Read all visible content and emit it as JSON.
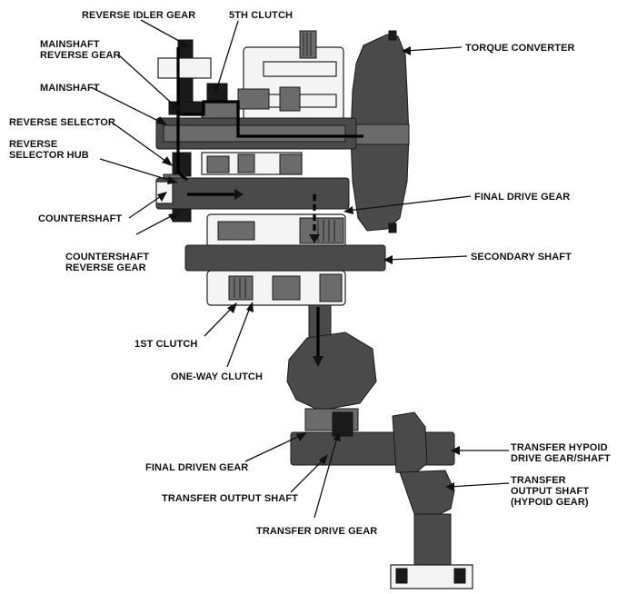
{
  "labels": {
    "reverse_idler_gear": "REVERSE IDLER GEAR",
    "fifth_clutch": "5TH CLUTCH",
    "mainshaft_reverse_gear_1": "MAINSHAFT",
    "mainshaft_reverse_gear_2": "REVERSE GEAR",
    "mainshaft": "MAINSHAFT",
    "reverse_selector": "REVERSE SELECTOR",
    "reverse_selector_hub_1": "REVERSE",
    "reverse_selector_hub_2": "SELECTOR HUB",
    "countershaft": "COUNTERSHAFT",
    "countershaft_reverse_gear_1": "COUNTERSHAFT",
    "countershaft_reverse_gear_2": "REVERSE GEAR",
    "first_clutch": "1ST CLUTCH",
    "one_way_clutch": "ONE-WAY CLUTCH",
    "final_driven_gear": "FINAL DRIVEN GEAR",
    "transfer_output_shaft": "TRANSFER OUTPUT SHAFT",
    "transfer_drive_gear": "TRANSFER DRIVE GEAR",
    "torque_converter": "TORQUE CONVERTER",
    "final_drive_gear": "FINAL DRIVE GEAR",
    "secondary_shaft": "SECONDARY SHAFT",
    "transfer_hypoid_1": "TRANSFER HYPOID",
    "transfer_hypoid_2": "DRIVE GEAR/SHAFT",
    "transfer_output_hypoid_1": "TRANSFER",
    "transfer_output_hypoid_2": "OUTPUT SHAFT",
    "transfer_output_hypoid_3": "(HYPOID GEAR)"
  }
}
